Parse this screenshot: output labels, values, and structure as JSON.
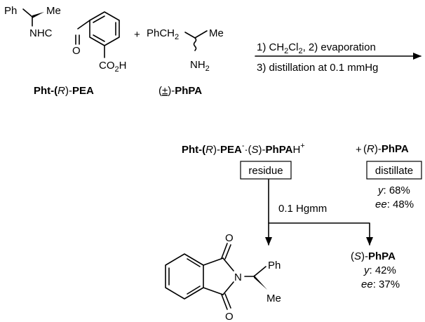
{
  "reactant1": {
    "atoms": {
      "ph": "Ph",
      "me": "Me",
      "nhc": "NHC",
      "o": "O",
      "co2h_pre": "CO",
      "co2h_sub": "2",
      "co2h_post": "H"
    },
    "name": {
      "p1": "Pht-(",
      "p2": "R",
      "p3": ")-",
      "p4": "PEA"
    }
  },
  "plus1": "+",
  "reactant2": {
    "atoms": {
      "phch2_pre": "PhCH",
      "phch2_sub": "2",
      "me": "Me",
      "nh2_pre": "NH",
      "nh2_sub": "2"
    },
    "name": {
      "p1": "(",
      "p2": "±",
      "p3": ")-",
      "p4": "PhPA"
    }
  },
  "conditions": {
    "line1": {
      "a": "1) CH",
      "b": "2",
      "c": "Cl",
      "d": "2",
      "e": ", 2) evaporation"
    },
    "line2": "3) distillation at 0.1 mmHg"
  },
  "salt": {
    "p1": "Pht-(",
    "p2": "R",
    "p3": ")-",
    "p4": "PEA",
    "p5": "-",
    "p6": "·(",
    "p7": "S",
    "p8": ")-",
    "p9": "PhPA",
    "p10": "H",
    "p11": "+"
  },
  "plus2": "+",
  "residue_label": "residue",
  "distillate_label": "distillate",
  "r_phpa": {
    "p1": "(",
    "p2": "R",
    "p3": ")-",
    "p4": "PhPA"
  },
  "r_yield": {
    "k": "y",
    "v": ": 68%"
  },
  "r_ee": {
    "k": "ee",
    "v": ": 48%"
  },
  "pressure": "0.1 Hgmm",
  "s_phpa": {
    "p1": "(",
    "p2": "S",
    "p3": ")-",
    "p4": "PhPA"
  },
  "s_yield": {
    "k": "y",
    "v": ": 42%"
  },
  "s_ee": {
    "k": "ee",
    "v": ": 37%"
  },
  "product": {
    "atoms": {
      "o_top": "O",
      "n": "N",
      "ph": "Ph",
      "me": "Me",
      "o_bot": "O"
    }
  }
}
